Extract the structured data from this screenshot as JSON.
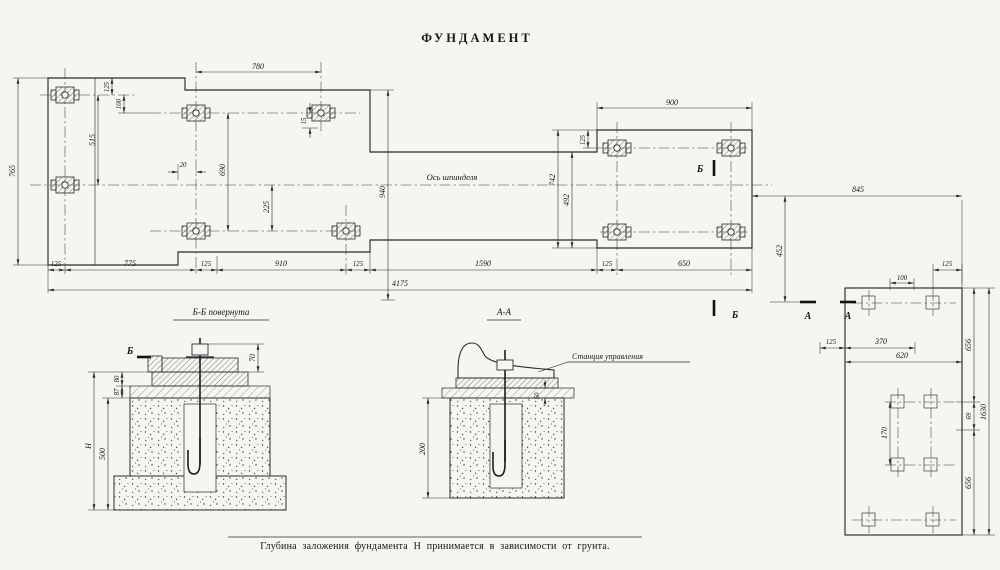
{
  "title": "ФУНДАМЕНТ",
  "caption": "Глубина заложения фундамента Н принимается в зависимости от грунта.",
  "labels": {
    "spindle_axis": "Ось шпинделя",
    "section_bb_title": "Б-Б повернута",
    "section_aa_title": "А-А",
    "control_station": "Станция управления",
    "marker_b": "Б",
    "marker_a": "А",
    "depth_h": "Н"
  },
  "dims": {
    "d15": "15",
    "d20": "20",
    "d50": "50",
    "d69": "69",
    "d70": "70",
    "d80": "80",
    "d87": "87",
    "d100": "100",
    "d125": "125",
    "d170": "170",
    "d200": "200",
    "d225": "225",
    "d370": "370",
    "d452": "452",
    "d492": "492",
    "d500": "500",
    "d515": "515",
    "d620": "620",
    "d650": "650",
    "d656": "656",
    "d690": "690",
    "d742": "742",
    "d765": "765",
    "d775": "775",
    "d780": "780",
    "d845": "845",
    "d900": "900",
    "d910": "910",
    "d940": "940",
    "d1590": "1590",
    "d1630": "1630",
    "d4175": "4175"
  }
}
